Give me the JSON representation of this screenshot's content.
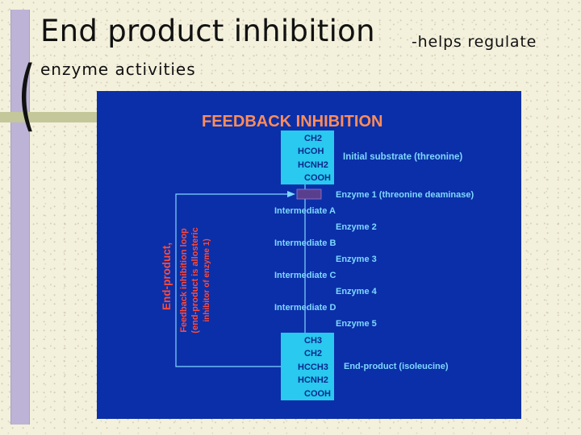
{
  "slide": {
    "title": "End product inhibition",
    "subtitle_suffix": "-helps regulate",
    "subtitle_line2": "enzyme activities",
    "paren_glyph": "("
  },
  "colors": {
    "background": "#f3f0dc",
    "figure_background": "#0b2fa8",
    "molecule_box": "#29c9f0",
    "figure_title": "#ff8c5a",
    "label_text": "#7fd8ff",
    "feedback_red": "#ff4a3a",
    "enzyme_marker": "#5a3e8e"
  },
  "figure": {
    "title": "FEEDBACK INHIBITION",
    "substrate_formula": [
      "CH2",
      "HCOH",
      "HCNH2",
      "COOH"
    ],
    "substrate_label": "Initial substrate (threonine)",
    "enzyme1_label": "Enzyme 1 (threonine deaminase)",
    "intermediates": [
      "Intermediate A",
      "Intermediate B",
      "Intermediate C",
      "Intermediate D"
    ],
    "enzymes": [
      "Enzyme 2",
      "Enzyme 3",
      "Enzyme 4",
      "Enzyme 5"
    ],
    "product_formula": [
      "CH3",
      "CH2",
      "HCCH3",
      "HCNH2",
      "COOH"
    ],
    "product_label": "End-product (isoleucine)",
    "loop_label_main": "End-product,",
    "loop_label_lines": [
      "Feedback inhibition loop",
      "(end-product is allosteric",
      "inhibitor of enzyme 1)"
    ]
  }
}
